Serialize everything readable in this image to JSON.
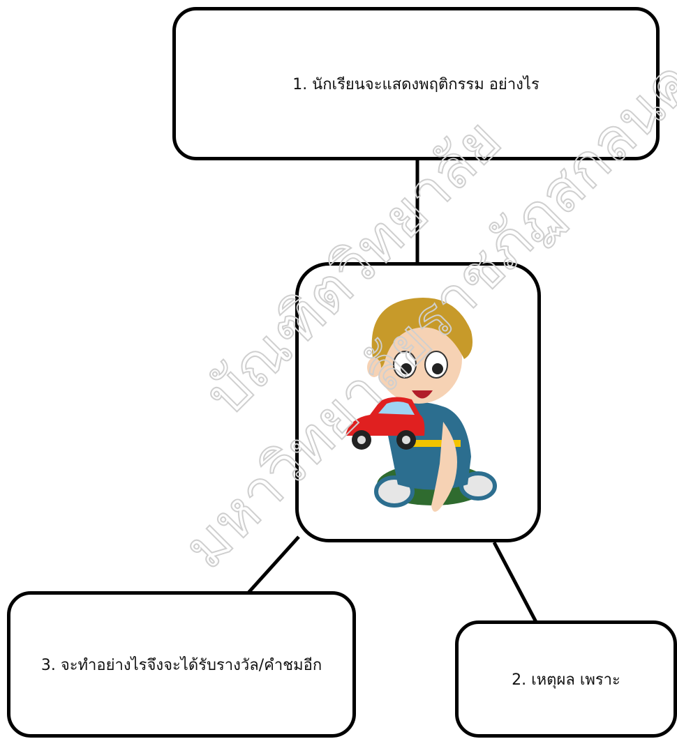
{
  "diagram": {
    "top_box_text": "1. นักเรียนจะแสดงพฤติกรรม อย่างไร",
    "left_box_text": "3. จะทำอย่างไรจึงจะได้รับรางวัล/คำชมอีก",
    "right_box_text": "2. เหตุผล เพราะ",
    "center_image": "child-with-toy-car-illustration"
  },
  "watermark": {
    "line1": "บัณฑิตวิทยาลัย",
    "line2": "มหาวิทยาลัยราชภัฏสกลนคร",
    "color": "#d6d6d6"
  },
  "colors": {
    "line": "#000000",
    "hair": "#c79a2a",
    "shirt": "#2c6e8f",
    "pants": "#2f6b2f",
    "car": "#e02020",
    "skin": "#f6d2b4"
  }
}
